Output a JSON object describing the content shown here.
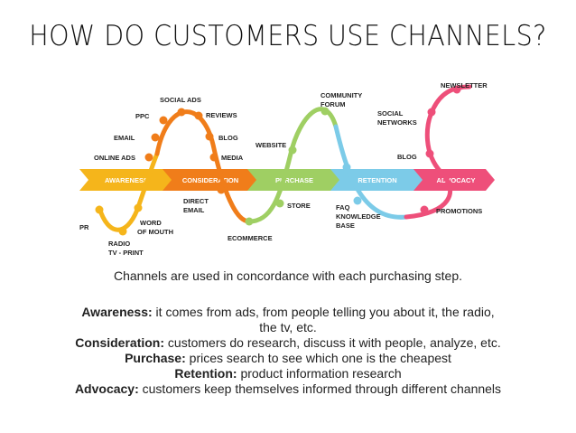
{
  "title": "HOW DO CUSTOMERS USE CHANNELS?",
  "steps": [
    "AWARENESS",
    "CONSIDERATION",
    "PURCHASE",
    "RETENTION",
    "ADVOCACY"
  ],
  "step_colors": [
    "#f5b51b",
    "#f07d1a",
    "#9fcf63",
    "#7ccbe8",
    "#ee4f7a"
  ],
  "channels": {
    "pr": "PR",
    "radio": "RADIO",
    "tv_print": "TV - PRINT",
    "word": "WORD",
    "of_mouth": "OF MOUTH",
    "online_ads": "ONLINE ADS",
    "email": "EMAIL",
    "ppc": "PPC",
    "social_ads": "SOCIAL ADS",
    "reviews": "REVIEWS",
    "blog": "BLOG",
    "media": "MEDIA",
    "direct": "DIRECT",
    "email2": "EMAIL",
    "ecommerce": "ECOMMERCE",
    "store": "STORE",
    "website": "WEBSITE",
    "community": "COMMUNITY",
    "forum": "FORUM",
    "faq": "FAQ",
    "knowledge": "KNOWLEDGE",
    "base": "BASE",
    "social": "SOCIAL",
    "networks": "NETWORKS",
    "blog2": "BLOG",
    "newsletter": "NEWSLETTER",
    "promotions": "PROMOTIONS"
  },
  "caption": "Channels are used in concordance with each purchasing step.",
  "descriptions": [
    {
      "label": "Awareness:",
      "text": " it comes from ads, from people telling you about it, the radio,"
    },
    {
      "label": "",
      "text": "the tv, etc."
    },
    {
      "label": "Consideration:",
      "text": " customers do research, discuss it with people, analyze, etc."
    },
    {
      "label": "Purchase:",
      "text": " prices search to see which one is the cheapest"
    },
    {
      "label": "Retention:",
      "text": " product information research"
    },
    {
      "label": "Advocacy:",
      "text": " customers keep themselves informed through different channels"
    }
  ]
}
